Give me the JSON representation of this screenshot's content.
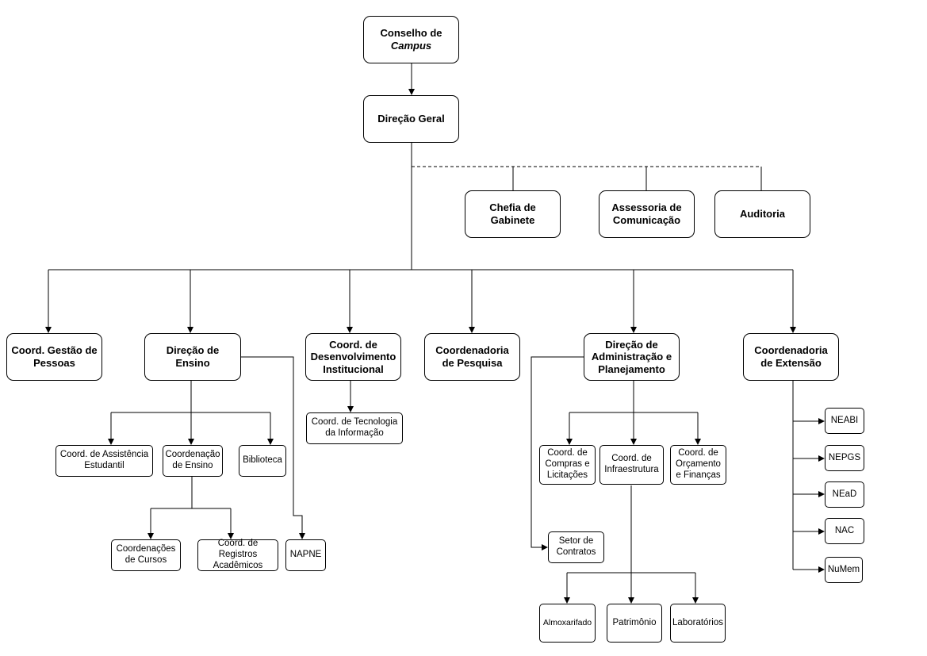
{
  "top": {
    "conselho_line1": "Conselho de",
    "conselho_line2": "Campus",
    "direcao_geral": "Direção Geral"
  },
  "staff": {
    "chefia": "Chefia de\nGabinete",
    "assessoria": "Assessoria de\nComunicação",
    "auditoria": "Auditoria"
  },
  "level2": {
    "gestao_pessoas": "Coord. Gestão de\nPessoas",
    "direcao_ensino": "Direção de\nEnsino",
    "desenv_inst": "Coord. de\nDesenvolvimento\nInstitucional",
    "pesquisa": "Coordenadoria\nde Pesquisa",
    "dir_admin": "Direção de\nAdministração e\nPlanejamento",
    "extensao": "Coordenadoria\nde Extensão"
  },
  "ensino": {
    "assist_estudantil": "Coord. de Assistência\nEstudantil",
    "coord_ensino": "Coordenação\nde Ensino",
    "biblioteca": "Biblioteca",
    "cursos": "Coordenações\nde Cursos",
    "registros": "Coord. de\nRegistros\nAcadêmicos",
    "napne": "NAPNE"
  },
  "desenv": {
    "tecnologia": "Coord. de Tecnologia\nda Informação"
  },
  "admin": {
    "compras": "Coord. de\nCompras e\nLicitações",
    "infra": "Coord. de\nInfraestrutura",
    "orcamento": "Coord. de\nOrçamento\ne Finanças",
    "contratos": "Setor de\nContratos",
    "almoxarifado": "Almoxarifado",
    "patrimonio": "Patrimônio",
    "laboratorios": "Laboratórios"
  },
  "extensao": {
    "neabi": "NEABI",
    "nepgs": "NEPGS",
    "nead": "NEaD",
    "nac": "NAC",
    "numem": "NuMem"
  }
}
